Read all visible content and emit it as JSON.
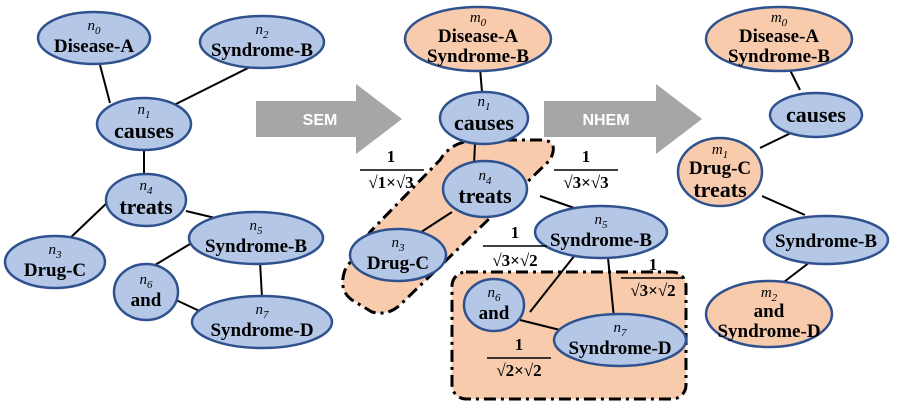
{
  "arrows": {
    "sem": "SEM",
    "nhem": "NHEM"
  },
  "graph1": {
    "n0": {
      "id": "n",
      "sub": "0",
      "label": "Disease-A"
    },
    "n1": {
      "id": "n",
      "sub": "1",
      "label": "causes"
    },
    "n2": {
      "id": "n",
      "sub": "2",
      "label": "Syndrome-B"
    },
    "n3": {
      "id": "n",
      "sub": "3",
      "label": "Drug-C"
    },
    "n4": {
      "id": "n",
      "sub": "4",
      "label": "treats"
    },
    "n5": {
      "id": "n",
      "sub": "5",
      "label": "Syndrome-B"
    },
    "n6": {
      "id": "n",
      "sub": "6",
      "label": "and"
    },
    "n7": {
      "id": "n",
      "sub": "7",
      "label": "Syndrome-D"
    }
  },
  "graph2": {
    "m0": {
      "id": "m",
      "sub": "0",
      "line1": "Disease-A",
      "line2": "Syndrome-B"
    },
    "n1": {
      "id": "n",
      "sub": "1",
      "label": "causes"
    },
    "n3": {
      "id": "n",
      "sub": "3",
      "label": "Drug-C"
    },
    "n4": {
      "id": "n",
      "sub": "4",
      "label": "treats"
    },
    "n5": {
      "id": "n",
      "sub": "5",
      "label": "Syndrome-B"
    },
    "n6": {
      "id": "n",
      "sub": "6",
      "label": "and"
    },
    "n7": {
      "id": "n",
      "sub": "7",
      "label": "Syndrome-D"
    },
    "weights": {
      "w34": {
        "num": "1",
        "den": "√1×√3"
      },
      "w45": {
        "num": "1",
        "den": "√3×√3"
      },
      "w56": {
        "num": "1",
        "den": "√3×√2"
      },
      "w57": {
        "num": "1",
        "den": "√3×√2"
      },
      "w67": {
        "num": "1",
        "den": "√2×√2"
      }
    }
  },
  "graph3": {
    "m0": {
      "id": "m",
      "sub": "0",
      "line1": "Disease-A",
      "line2": "Syndrome-B"
    },
    "causes": {
      "label": "causes"
    },
    "m1": {
      "id": "m",
      "sub": "1",
      "line1": "Drug-C",
      "line2": "treats"
    },
    "syn": {
      "label": "Syndrome-B"
    },
    "m2": {
      "id": "m",
      "sub": "2",
      "line1": "and",
      "line2": "Syndrome-D"
    }
  }
}
